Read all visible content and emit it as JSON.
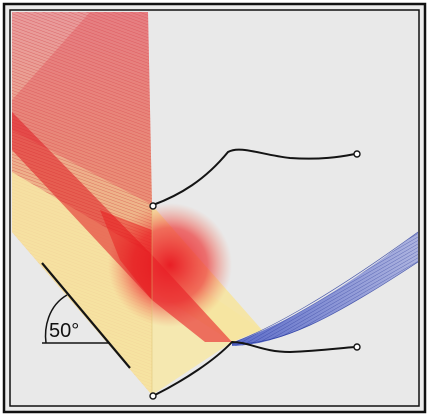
{
  "diagram": {
    "angle_label": "50°",
    "angle_degrees": 50,
    "colors": {
      "frame": "#111111",
      "background": "#ebebeb",
      "incident_beam": "#d9302e",
      "beam_core": "#e8141e",
      "reflected_band": "#f7e7a6",
      "transmitted_beam": "#2b3fa3",
      "wire": "#141414"
    },
    "elements": [
      "incident-ray-fan",
      "reflected-band",
      "transmitted-ray-fan",
      "electrode-wire-upper",
      "electrode-wire-lower",
      "angle-marker"
    ]
  }
}
